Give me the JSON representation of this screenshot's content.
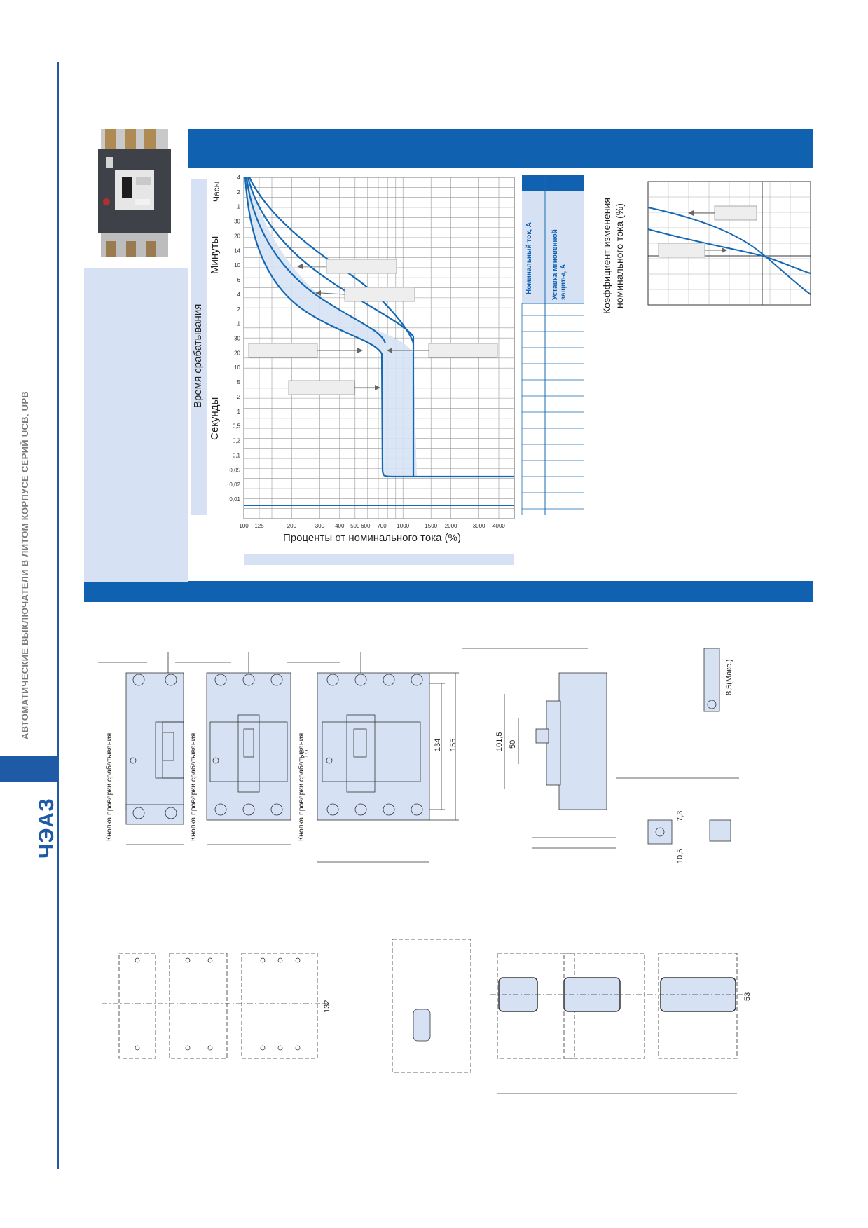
{
  "side_title": "АВТОМАТИЧЕСКИЕ ВЫКЛЮЧАТЕЛИ В ЛИТОМ КОРПУСЕ СЕРИЙ UCB, UPB",
  "logo_text": "ЧЭАЗ",
  "colors": {
    "brand": "#1061b0",
    "panel": "#d6e2f4",
    "curve": "#1569b4"
  },
  "time_chart": {
    "ylabel": "Время срабатывания",
    "unit_hours": "Часы",
    "unit_minutes": "Минуты",
    "unit_seconds": "Секунды",
    "xlabel": "Проценты от номинального тока (%)",
    "y_ticks_hours": [
      "4",
      "2",
      "1"
    ],
    "y_ticks_minutes": [
      "30",
      "20",
      "14",
      "10",
      "6",
      "4",
      "2",
      "1"
    ],
    "y_ticks_seconds": [
      "30",
      "20",
      "10",
      "5",
      "2",
      "1",
      "0,5",
      "0,2",
      "0,1",
      "0,05",
      "0,02",
      "0,01"
    ],
    "x_ticks": [
      "100",
      "125",
      "200",
      "300",
      "400",
      "500",
      "600",
      "700",
      "1000",
      "1500",
      "2000",
      "3000",
      "4000"
    ]
  },
  "table": {
    "col1": "Номинальный ток, А",
    "col2": "Уставка мгновенной защиты, А"
  },
  "coef_chart": {
    "ylabel_line1": "Коэффициент изменения",
    "ylabel_line2": "номинального тока (%)"
  },
  "drawings": {
    "test_button": "Кнопка проверки срабатывания",
    "dim_134": "134",
    "dim_155": "155",
    "dim_16": "16",
    "dim_101_5": "101,5",
    "dim_50": "50",
    "dim_8_5": "8,5(Макс.)",
    "dim_7_3": "7,3",
    "dim_10_5": "10,5",
    "dim_132": "132",
    "dim_53": "53"
  }
}
